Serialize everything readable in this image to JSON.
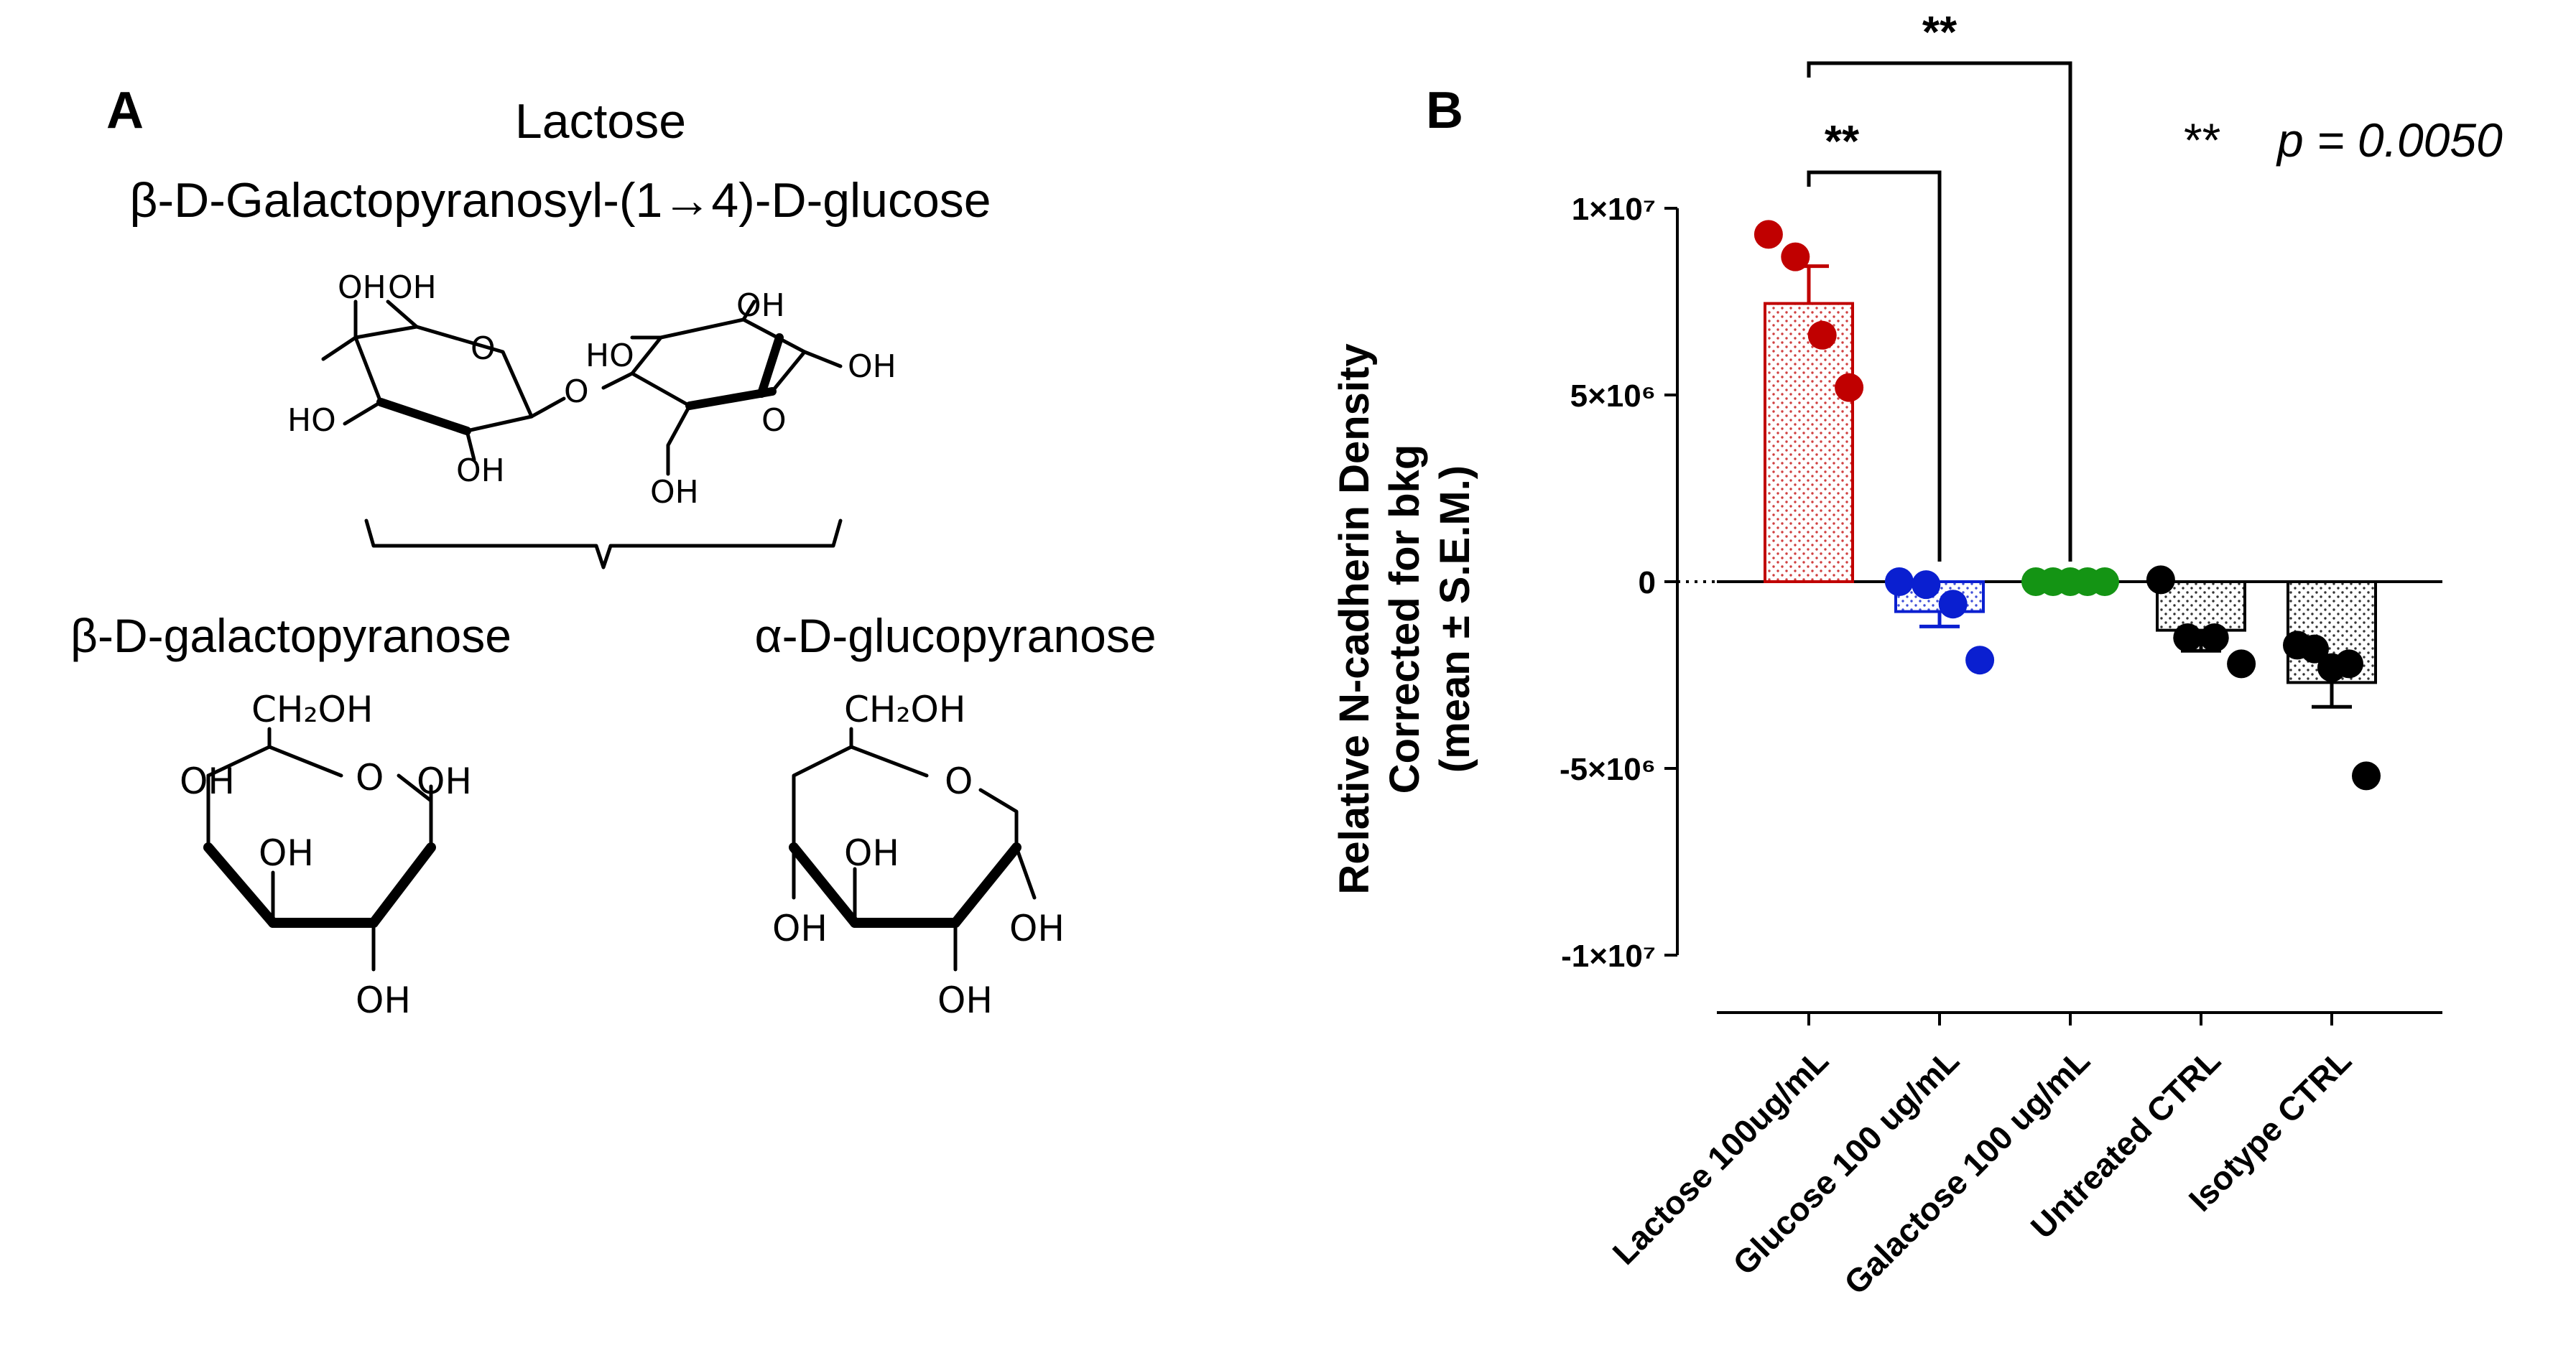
{
  "panel_a": {
    "label": "A",
    "title": "Lactose",
    "subtitle": "β-D-Galactopyranosyl-(1→4)-D-glucose",
    "lactose_atoms": {
      "oh1": "OH",
      "oh2": "OH",
      "ho1": "HO",
      "oh3": "OH",
      "o_ring1": "O",
      "o_link": "O",
      "ho2": "HO",
      "oh4": "OH",
      "oh5": "OH",
      "o_ring2": "O",
      "oh6": "OH"
    },
    "galactose": {
      "name": "β-D-galactopyranose",
      "ch2oh": "CH₂OH",
      "ring_o": "O",
      "oh_a": "OH",
      "oh_b": "OH",
      "oh_c": "OH",
      "oh_d": "OH"
    },
    "glucose": {
      "name": "α-D-glucopyranose",
      "ch2oh": "CH₂OH",
      "ring_o": "O",
      "oh_a": "OH",
      "oh_b": "OH",
      "oh_c": "OH",
      "oh_d": "OH"
    }
  },
  "panel_b": {
    "label": "B",
    "significance_note": "** p = 0.0050",
    "stars": "**",
    "p_text": "p = 0.0050"
  },
  "chart_data": {
    "type": "bar",
    "categories": [
      "Lactose 100ug/mL",
      "Glucose 100 ug/mL",
      "Galactose 100 ug/mL",
      "Untreated CTRL",
      "Isotype CTRL"
    ],
    "ylabel_lines": [
      "Relative N-cadherin Density",
      "Corrected for bkg",
      "(mean ± S.E.M.)"
    ],
    "ylim": [
      -10000000,
      10000000
    ],
    "yticks": [
      10000000,
      5000000,
      0,
      -5000000,
      -10000000
    ],
    "ytick_labels": [
      "1×10⁷",
      "5×10⁶",
      "0",
      "-5×10⁶",
      "-1×10⁷"
    ],
    "means": [
      7450000,
      -800000,
      0,
      -1300000,
      -2700000
    ],
    "sem": [
      1000000,
      400000,
      0,
      550000,
      650000
    ],
    "points": [
      [
        9300000,
        8700000,
        6600000,
        5200000
      ],
      [
        0,
        -80000,
        -600000,
        -2100000
      ],
      [
        0,
        0,
        0,
        0,
        0
      ],
      [
        50000,
        -1500000,
        -1500000,
        -2200000
      ],
      [
        -1700000,
        -1800000,
        -2300000,
        -2200000,
        -5200000
      ]
    ],
    "colors": [
      "#c00000",
      "#0a1fd0",
      "#149414",
      "#000000",
      "#000000"
    ],
    "comparisons": [
      {
        "from": 0,
        "to": 1,
        "label": "**"
      },
      {
        "from": 0,
        "to": 2,
        "label": "**"
      }
    ]
  }
}
